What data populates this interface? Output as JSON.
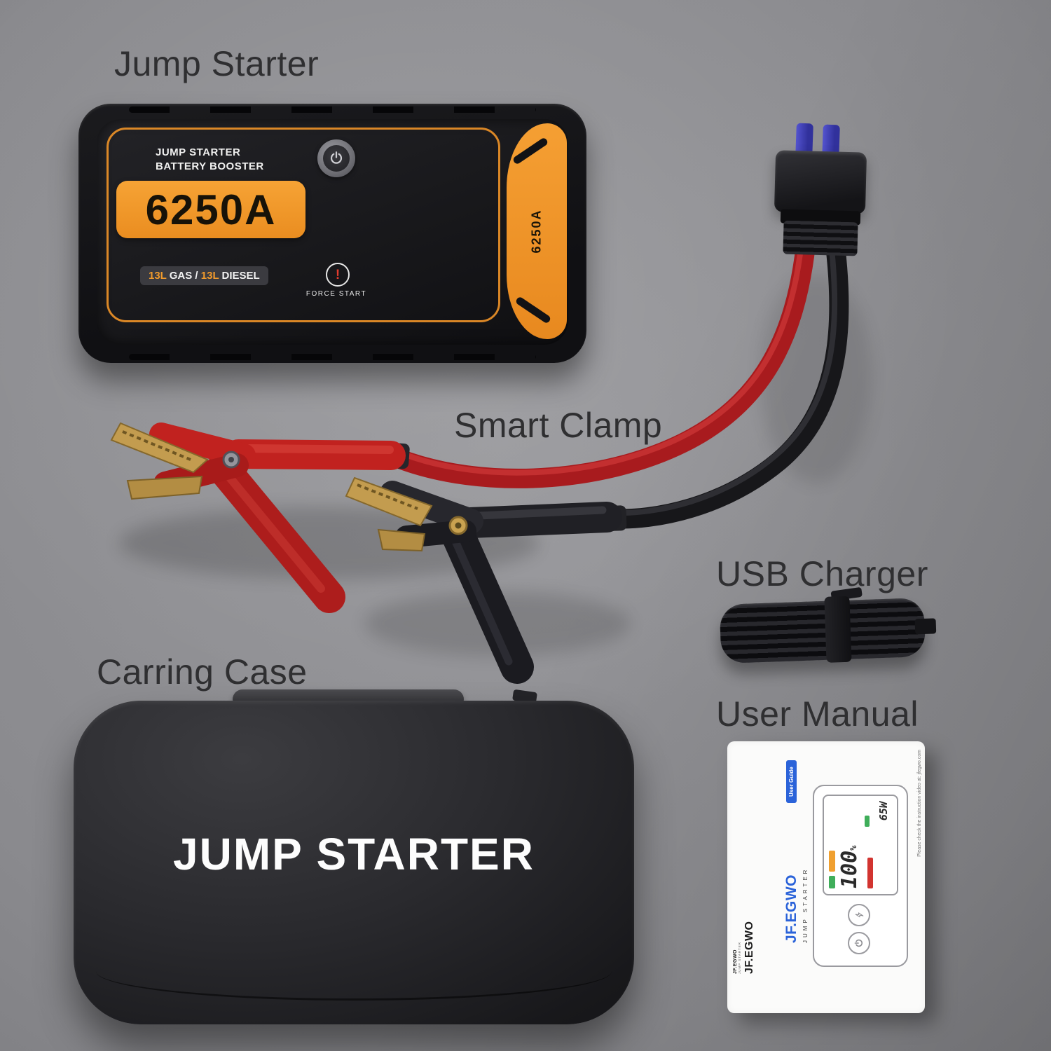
{
  "labels": {
    "jump_starter": "Jump Starter",
    "smart_clamp": "Smart Clamp",
    "usb_charger": "USB Charger",
    "carring_case": "Carring Case",
    "user_manual": "User Manual"
  },
  "device": {
    "brand_line1": "JUMP STARTER",
    "brand_line2": "BATTERY BOOSTER",
    "amps": "6250A",
    "fuel_l1": "13L",
    "fuel_gas": " GAS / ",
    "fuel_l2": "13L",
    "fuel_diesel": " DIESEL",
    "force_excl": "!",
    "force_start": "FORCE START",
    "side_amps": "6250A"
  },
  "case": {
    "label": "JUMP STARTER"
  },
  "manual": {
    "brand_micro": "JF.EGWO",
    "brand_micro_sub": "JUMP STARTER",
    "brand_black": "JF.EGWO",
    "brand_blue": "JF.EGWO",
    "brand_blue_sub": "JUMP STARTER",
    "user_guide": "User Guide",
    "percent": "100",
    "percent_sign": "%",
    "watt": "65W",
    "note": "Please check the instruction video at: jfegwo.com"
  }
}
